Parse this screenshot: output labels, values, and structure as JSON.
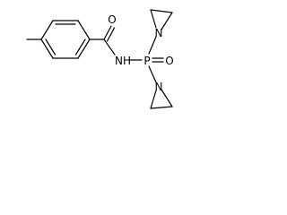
{
  "molecule": {
    "atoms": {
      "carbonyl_oxygen": "O",
      "amide_nh": "NH",
      "phosphorus": "P",
      "phosphoryl_oxygen": "O",
      "aziridine_n_top": "N",
      "aziridine_n_bottom": "N"
    }
  }
}
